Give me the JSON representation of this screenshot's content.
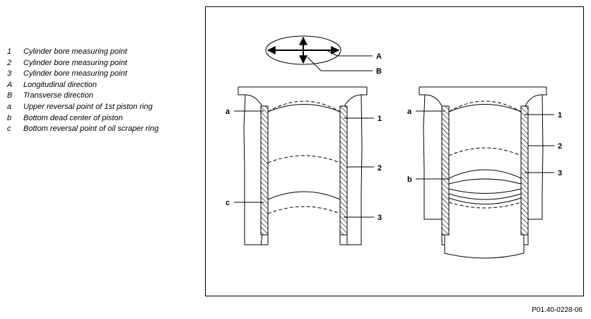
{
  "legend": [
    {
      "key": "1",
      "text": "Cylinder bore measuring point"
    },
    {
      "key": "2",
      "text": "Cylinder bore measuring point"
    },
    {
      "key": "3",
      "text": "Cylinder bore measuring point"
    },
    {
      "key": "A",
      "text": "Longitudinal direction"
    },
    {
      "key": "B",
      "text": "Transverse direction"
    },
    {
      "key": "a",
      "text": "Upper reversal point of 1st piston ring"
    },
    {
      "key": "b",
      "text": "Bottom dead center of piston"
    },
    {
      "key": "c",
      "text": "Bottom reversal point of oil scraper ring"
    }
  ],
  "callouts": {
    "top": {
      "A": "A",
      "B": "B"
    },
    "left": {
      "a": "a",
      "c": "c",
      "p1": "1",
      "p2": "2",
      "p3": "3"
    },
    "right": {
      "a": "a",
      "b": "b",
      "p1": "1",
      "p2": "2",
      "p3": "3"
    }
  },
  "figure_id": "P01.40-0228-06",
  "colors": {
    "line": "#000000",
    "background": "#ffffff"
  }
}
